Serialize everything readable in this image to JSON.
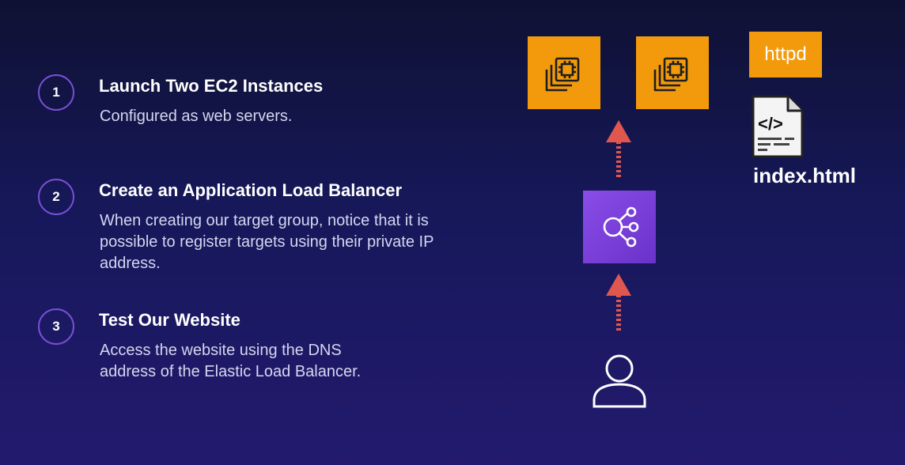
{
  "steps": [
    {
      "number": "1",
      "title": "Launch Two EC2 Instances",
      "description": "Configured as web servers."
    },
    {
      "number": "2",
      "title": "Create an Application Load Balancer",
      "description": "When creating our target group, notice that it is possible to register targets using their private IP address."
    },
    {
      "number": "3",
      "title": "Test Our Website",
      "description": "Access the website using the DNS address of the Elastic Load Balancer."
    }
  ],
  "diagram": {
    "server_label": "httpd",
    "file_name": "index.html",
    "file_icon_text": "</>",
    "icons": [
      "ec2-instance-icon",
      "ec2-instance-icon",
      "load-balancer-icon",
      "user-icon",
      "html-file-icon"
    ],
    "colors": {
      "ec2": "#f29a0c",
      "alb": "#7b40de",
      "arrow": "#e0574f",
      "step_ring": "#7a4fd6"
    }
  }
}
